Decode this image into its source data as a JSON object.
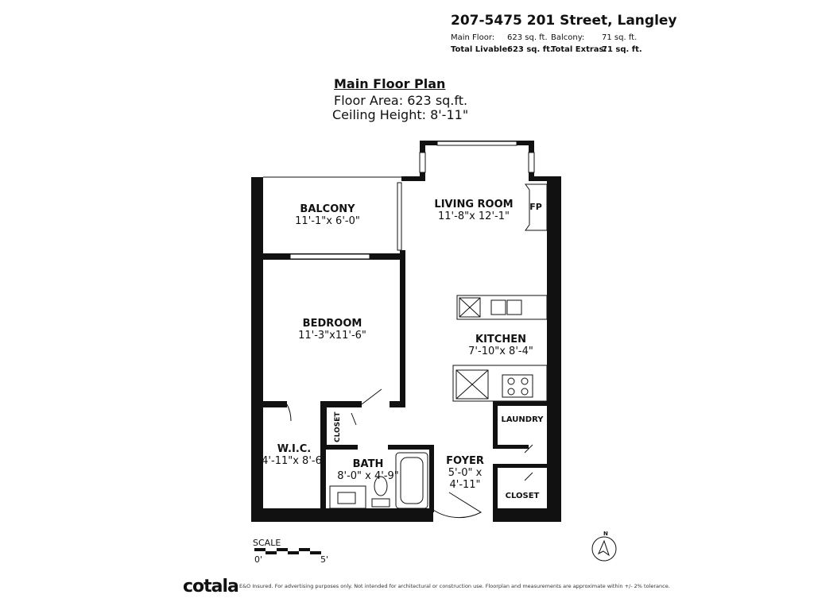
{
  "header": {
    "address": "207-5475 201 Street, Langley",
    "main_floor_label": "Main Floor:",
    "main_floor_value": "623 sq. ft.",
    "balcony_label": "Balcony:",
    "balcony_value": "71 sq. ft.",
    "total_livable_label": "Total Livable:",
    "total_livable_value": "623 sq. ft.",
    "total_extras_label": "Total Extras:",
    "total_extras_value": "71 sq. ft."
  },
  "plan": {
    "title": "Main Floor Plan",
    "floor_area": "Floor Area: 623 sq.ft.",
    "ceiling_height": "Ceiling Height: 8'-11\""
  },
  "rooms": {
    "balcony": {
      "name": "BALCONY",
      "dims": "11'-1\"x 6'-0\""
    },
    "living": {
      "name": "LIVING ROOM",
      "dims": "11'-8\"x 12'-1\""
    },
    "fp": "FP",
    "bedroom": {
      "name": "BEDROOM",
      "dims": "11'-3\"x11'-6\""
    },
    "kitchen": {
      "name": "KITCHEN",
      "dims": "7'-10\"x 8'-4\""
    },
    "closet_small": "CLOSET",
    "laundry": "LAUNDRY",
    "wic": {
      "name": "W.I.C.",
      "dims": "4'-11\"x 8'-6\""
    },
    "bath": {
      "name": "BATH",
      "dims": "8'-0\" x 4'-9\""
    },
    "foyer": {
      "name": "FOYER",
      "dims1": "5'-0\" x",
      "dims2": "4'-11\""
    },
    "closet": "CLOSET"
  },
  "scale": {
    "label": "SCALE",
    "start": "0'",
    "end": "5'"
  },
  "compass": "N",
  "footer": {
    "logo": "cotala",
    "disclaimer": "E&O Insured. For advertising purposes only. Not intended for architectural or construction use. Floorplan and measurements are approximate within +/- 2% tolerance."
  }
}
